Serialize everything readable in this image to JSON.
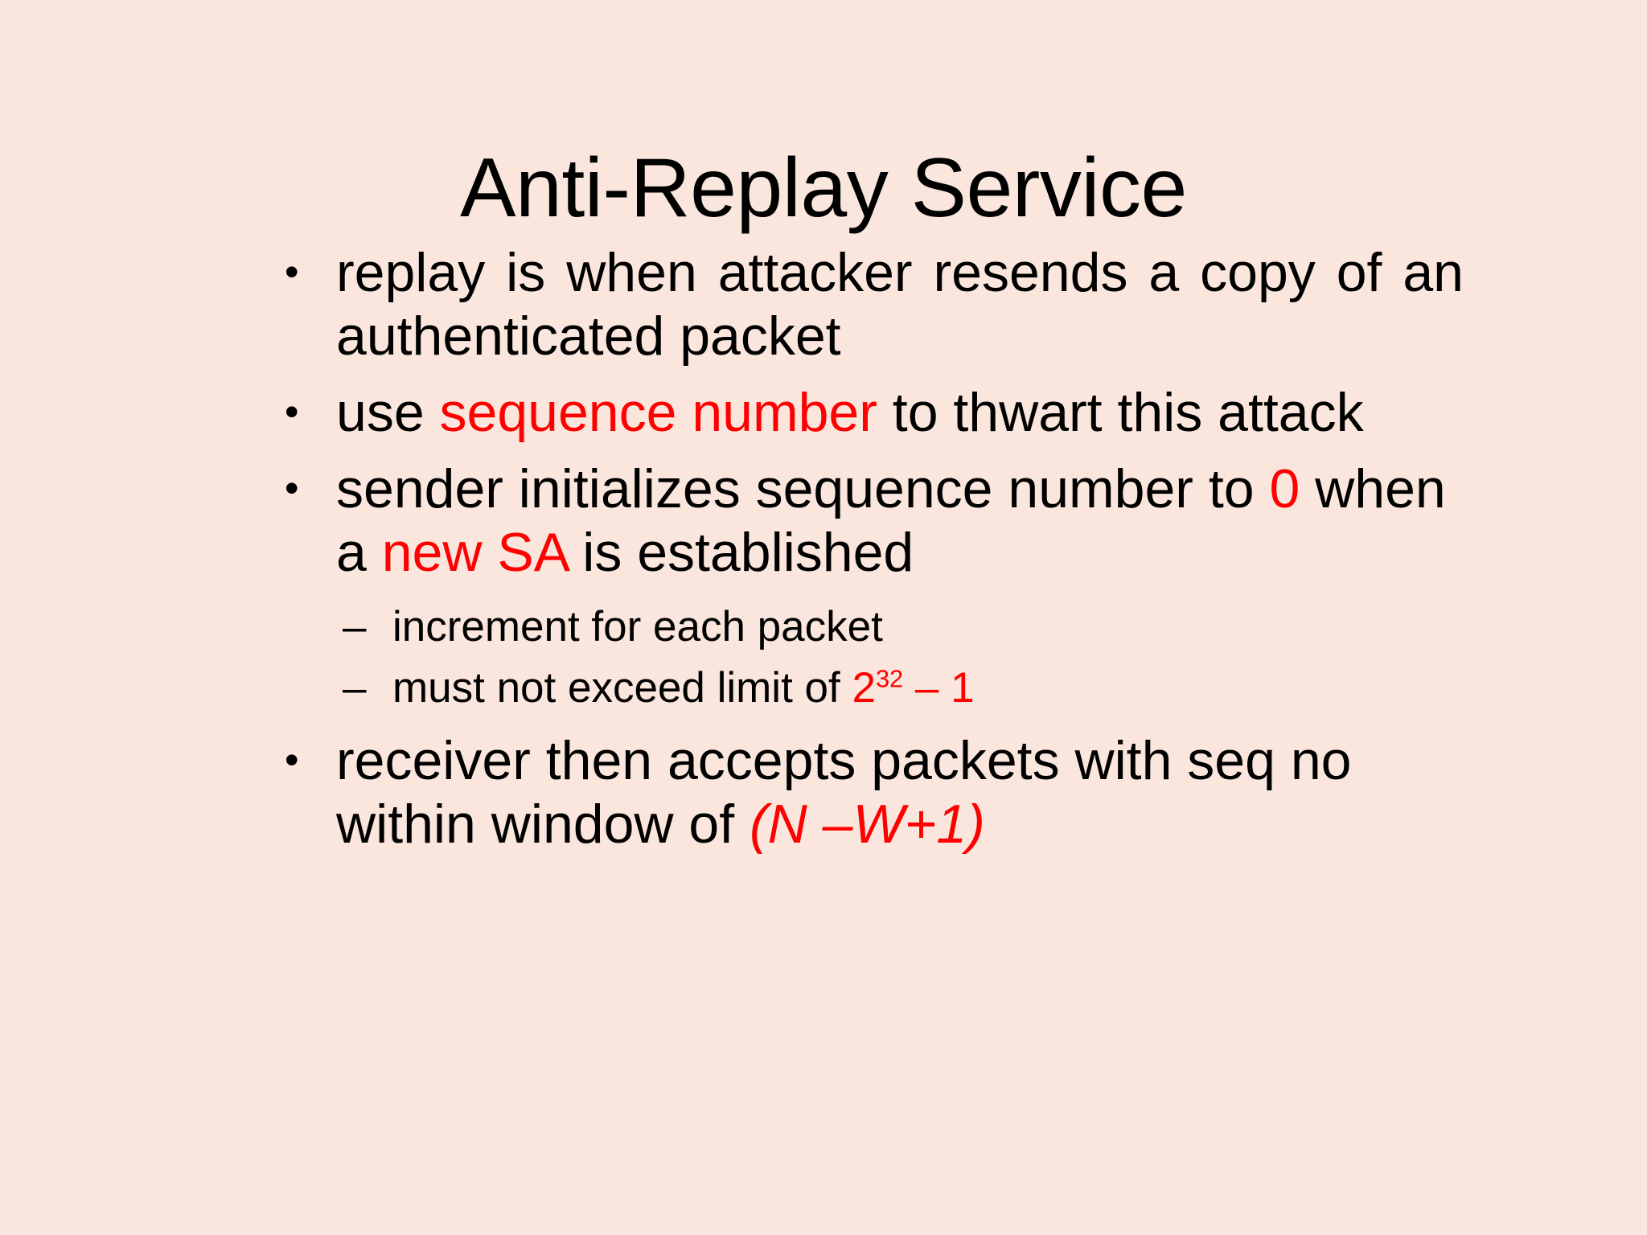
{
  "slide": {
    "background_color": "#fae6dd",
    "text_color": "#000000",
    "accent_color": "#ff0000",
    "title": "Anti-Replay Service",
    "bullet_marker": "•",
    "sub_bullet_marker": "–",
    "bullets": [
      {
        "level": 1,
        "justified": true,
        "text_full": "replay is when attacker resends a copy of an authenticated packet",
        "segments": [
          {
            "text": "replay is when attacker resends a copy of an authenticated packet",
            "color": "black",
            "style": "normal"
          }
        ]
      },
      {
        "level": 1,
        "justified": false,
        "text_full": "use sequence number to thwart this attack",
        "segments": [
          {
            "text": "use ",
            "color": "black",
            "style": "normal"
          },
          {
            "text": "sequence number",
            "color": "red",
            "style": "normal"
          },
          {
            "text": " to thwart this attack",
            "color": "black",
            "style": "normal"
          }
        ]
      },
      {
        "level": 1,
        "justified": false,
        "text_full": "sender initializes sequence number to 0 when a new SA is established",
        "segments": [
          {
            "text": "sender initializes sequence number to ",
            "color": "black",
            "style": "normal"
          },
          {
            "text": "0",
            "color": "red",
            "style": "normal"
          },
          {
            "text": " when a  ",
            "color": "black",
            "style": "normal"
          },
          {
            "text": "new SA",
            "color": "red",
            "style": "normal"
          },
          {
            "text": " is established",
            "color": "black",
            "style": "normal"
          }
        ],
        "sub_bullets": [
          {
            "level": 2,
            "text_full": "increment for each packet",
            "segments": [
              {
                "text": "increment for each packet",
                "color": "black",
                "style": "normal"
              }
            ]
          },
          {
            "level": 2,
            "text_full": "must not exceed limit of 2^32 – 1",
            "segments": [
              {
                "text": "must not exceed limit of ",
                "color": "black",
                "style": "normal"
              },
              {
                "text": "2",
                "color": "red",
                "style": "normal"
              },
              {
                "text": "32",
                "color": "red",
                "style": "superscript"
              },
              {
                "text": " – 1",
                "color": "red",
                "style": "normal"
              }
            ]
          }
        ]
      },
      {
        "level": 1,
        "justified": false,
        "text_full": "receiver then accepts packets with seq no within  window of (N –W+1)",
        "segments": [
          {
            "text": "receiver then accepts packets with seq no within  window of ",
            "color": "black",
            "style": "normal"
          },
          {
            "text": "(N –W+1)",
            "color": "red",
            "style": "italic"
          }
        ]
      }
    ]
  }
}
